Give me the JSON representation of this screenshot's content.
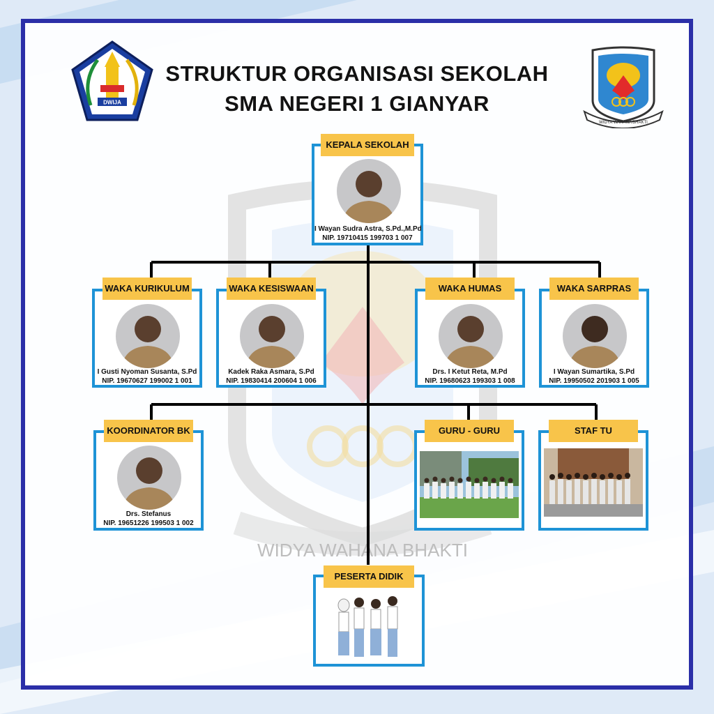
{
  "title": {
    "line1": "STRUKTUR ORGANISASI SEKOLAH",
    "line2": "SMA NEGERI 1 GIANYAR"
  },
  "logos": {
    "left": {
      "icon": "bali-province-emblem-icon",
      "text": "DWIJA"
    },
    "right": {
      "icon": "school-emblem-icon",
      "motto": "WIDYA WAHANA BHAKTI"
    }
  },
  "watermark_motto": "WIDYA WAHANA BHAKTI",
  "kepala": {
    "role": "KEPALA SEKOLAH",
    "name": "I Wayan Sudra Astra, S.Pd.,M.Pd",
    "nip": "NIP. 19710415 199703 1 007"
  },
  "waka": [
    {
      "role": "WAKA KURIKULUM",
      "name": "I Gusti Nyoman Susanta, S.Pd",
      "nip": "NIP. 19670627 199002 1 001"
    },
    {
      "role": "WAKA KESISWAAN",
      "name": "Kadek Raka Asmara, S.Pd",
      "nip": "NIP. 19830414 200604 1 006"
    },
    {
      "role": "WAKA HUMAS",
      "name": "Drs. I Ketut Reta, M.Pd",
      "nip": "NIP. 19680623 199303 1 008"
    },
    {
      "role": "WAKA SARPRAS",
      "name": "I Wayan Sumartika, S.Pd",
      "nip": "NIP. 19950502 201903 1 005"
    }
  ],
  "bk": {
    "role": "KOORDINATOR BK",
    "name": "Drs. Stefanus",
    "nip": "NIP. 19651226 199503 1 002"
  },
  "guru": {
    "role": "GURU - GURU"
  },
  "staf": {
    "role": "STAF TU"
  },
  "peserta": {
    "role": "PESERTA DIDIK"
  },
  "colors": {
    "frame": "#2b2fa8",
    "card_border": "#1e93d6",
    "label_bg": "#f8c44a",
    "line": "#000000"
  }
}
